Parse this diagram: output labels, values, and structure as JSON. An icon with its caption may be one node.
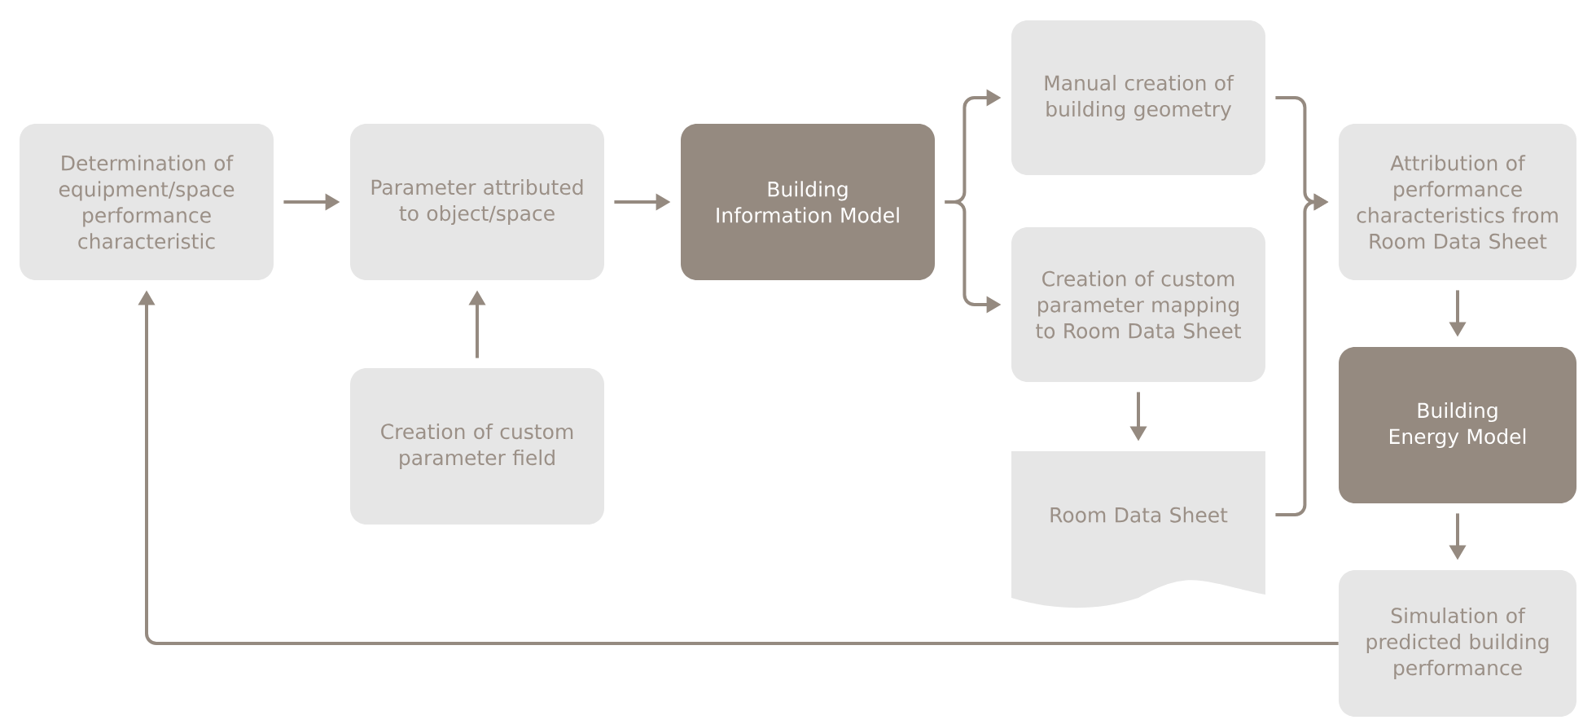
{
  "diagram": {
    "nodes": [
      {
        "text": [
          "Determination of equipment/space performance characteristic"
        ]
      },
      {
        "text": [
          "Parameter attributed to object/space"
        ]
      },
      {
        "text": [
          "Creation of custom parameter field"
        ]
      },
      {
        "text": [
          "Building Information Model"
        ]
      },
      {
        "text": [
          "Manual creation of building geometry"
        ]
      },
      {
        "text": [
          "Creation of custom parameter mapping to Room Data Sheet"
        ]
      },
      {
        "text": [
          "Room Data Sheet"
        ]
      },
      {
        "text": [
          "Attribution of performance characteristics from Room Data Sheet"
        ]
      },
      {
        "text": [
          "Building Energy Model"
        ]
      },
      {
        "text": [
          "Simulation of predicted building performance"
        ]
      }
    ],
    "edges": [
      {
        "from": 0,
        "to": 1,
        "arrow": "to"
      },
      {
        "from": 2,
        "to": 1,
        "arrow": "to"
      },
      {
        "from": 1,
        "to": 3,
        "arrow": "to"
      },
      {
        "from": 3,
        "to": 4,
        "arrow": "to"
      },
      {
        "from": 3,
        "to": 5,
        "arrow": "to"
      },
      {
        "from": 5,
        "to": 6,
        "arrow": "to"
      },
      {
        "from": 4,
        "to": 7,
        "arrow": "to"
      },
      {
        "from": 6,
        "to": 7,
        "arrow": "to"
      },
      {
        "from": 7,
        "to": 8,
        "arrow": "to"
      },
      {
        "from": 8,
        "to": 9,
        "arrow": "to"
      },
      {
        "from": 9,
        "to": 0,
        "arrow": "to"
      }
    ]
  }
}
